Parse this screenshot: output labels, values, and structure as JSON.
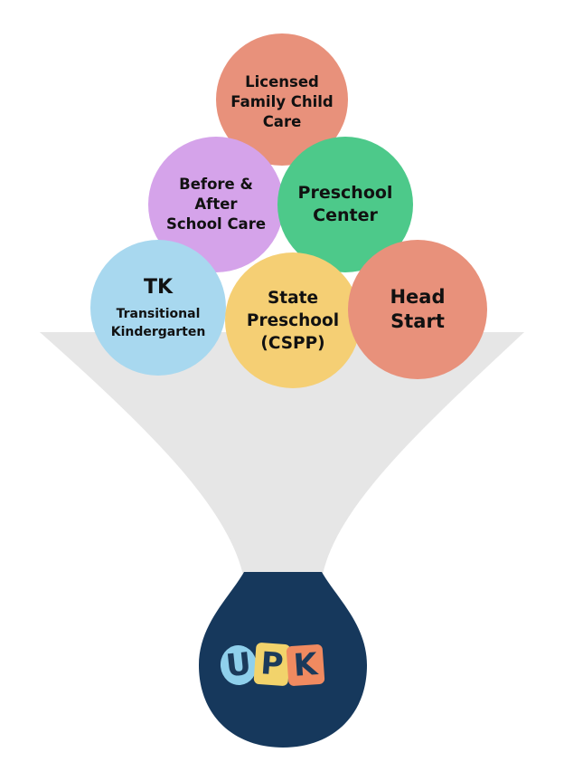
{
  "programs": {
    "licensed_family_child_care": {
      "lines": [
        "Licensed",
        "Family Child",
        "Care"
      ],
      "color": "#e8917b"
    },
    "before_after_school_care": {
      "lines": [
        "Before &",
        "After",
        "School Care"
      ],
      "color": "#d5a3ea"
    },
    "preschool_center": {
      "lines": [
        "Preschool",
        "Center"
      ],
      "color": "#4dc98a"
    },
    "tk": {
      "title": "TK",
      "lines": [
        "Transitional",
        "Kindergarten"
      ],
      "color": "#a8d8ef"
    },
    "state_preschool": {
      "lines": [
        "State",
        "Preschool",
        "(CSPP)"
      ],
      "color": "#f5cf74"
    },
    "head_start": {
      "lines": [
        "Head",
        "Start"
      ],
      "color": "#e8917b"
    }
  },
  "funnel": {
    "body_color": "#e6e6e6",
    "rim_color": "#6d6d6d",
    "outlet_color": "#16385c"
  },
  "outlet": {
    "logo_letters": [
      "U",
      "P",
      "K"
    ],
    "letter_colors": [
      "#8fd0ec",
      "#f2d36b",
      "#f08a60"
    ]
  }
}
